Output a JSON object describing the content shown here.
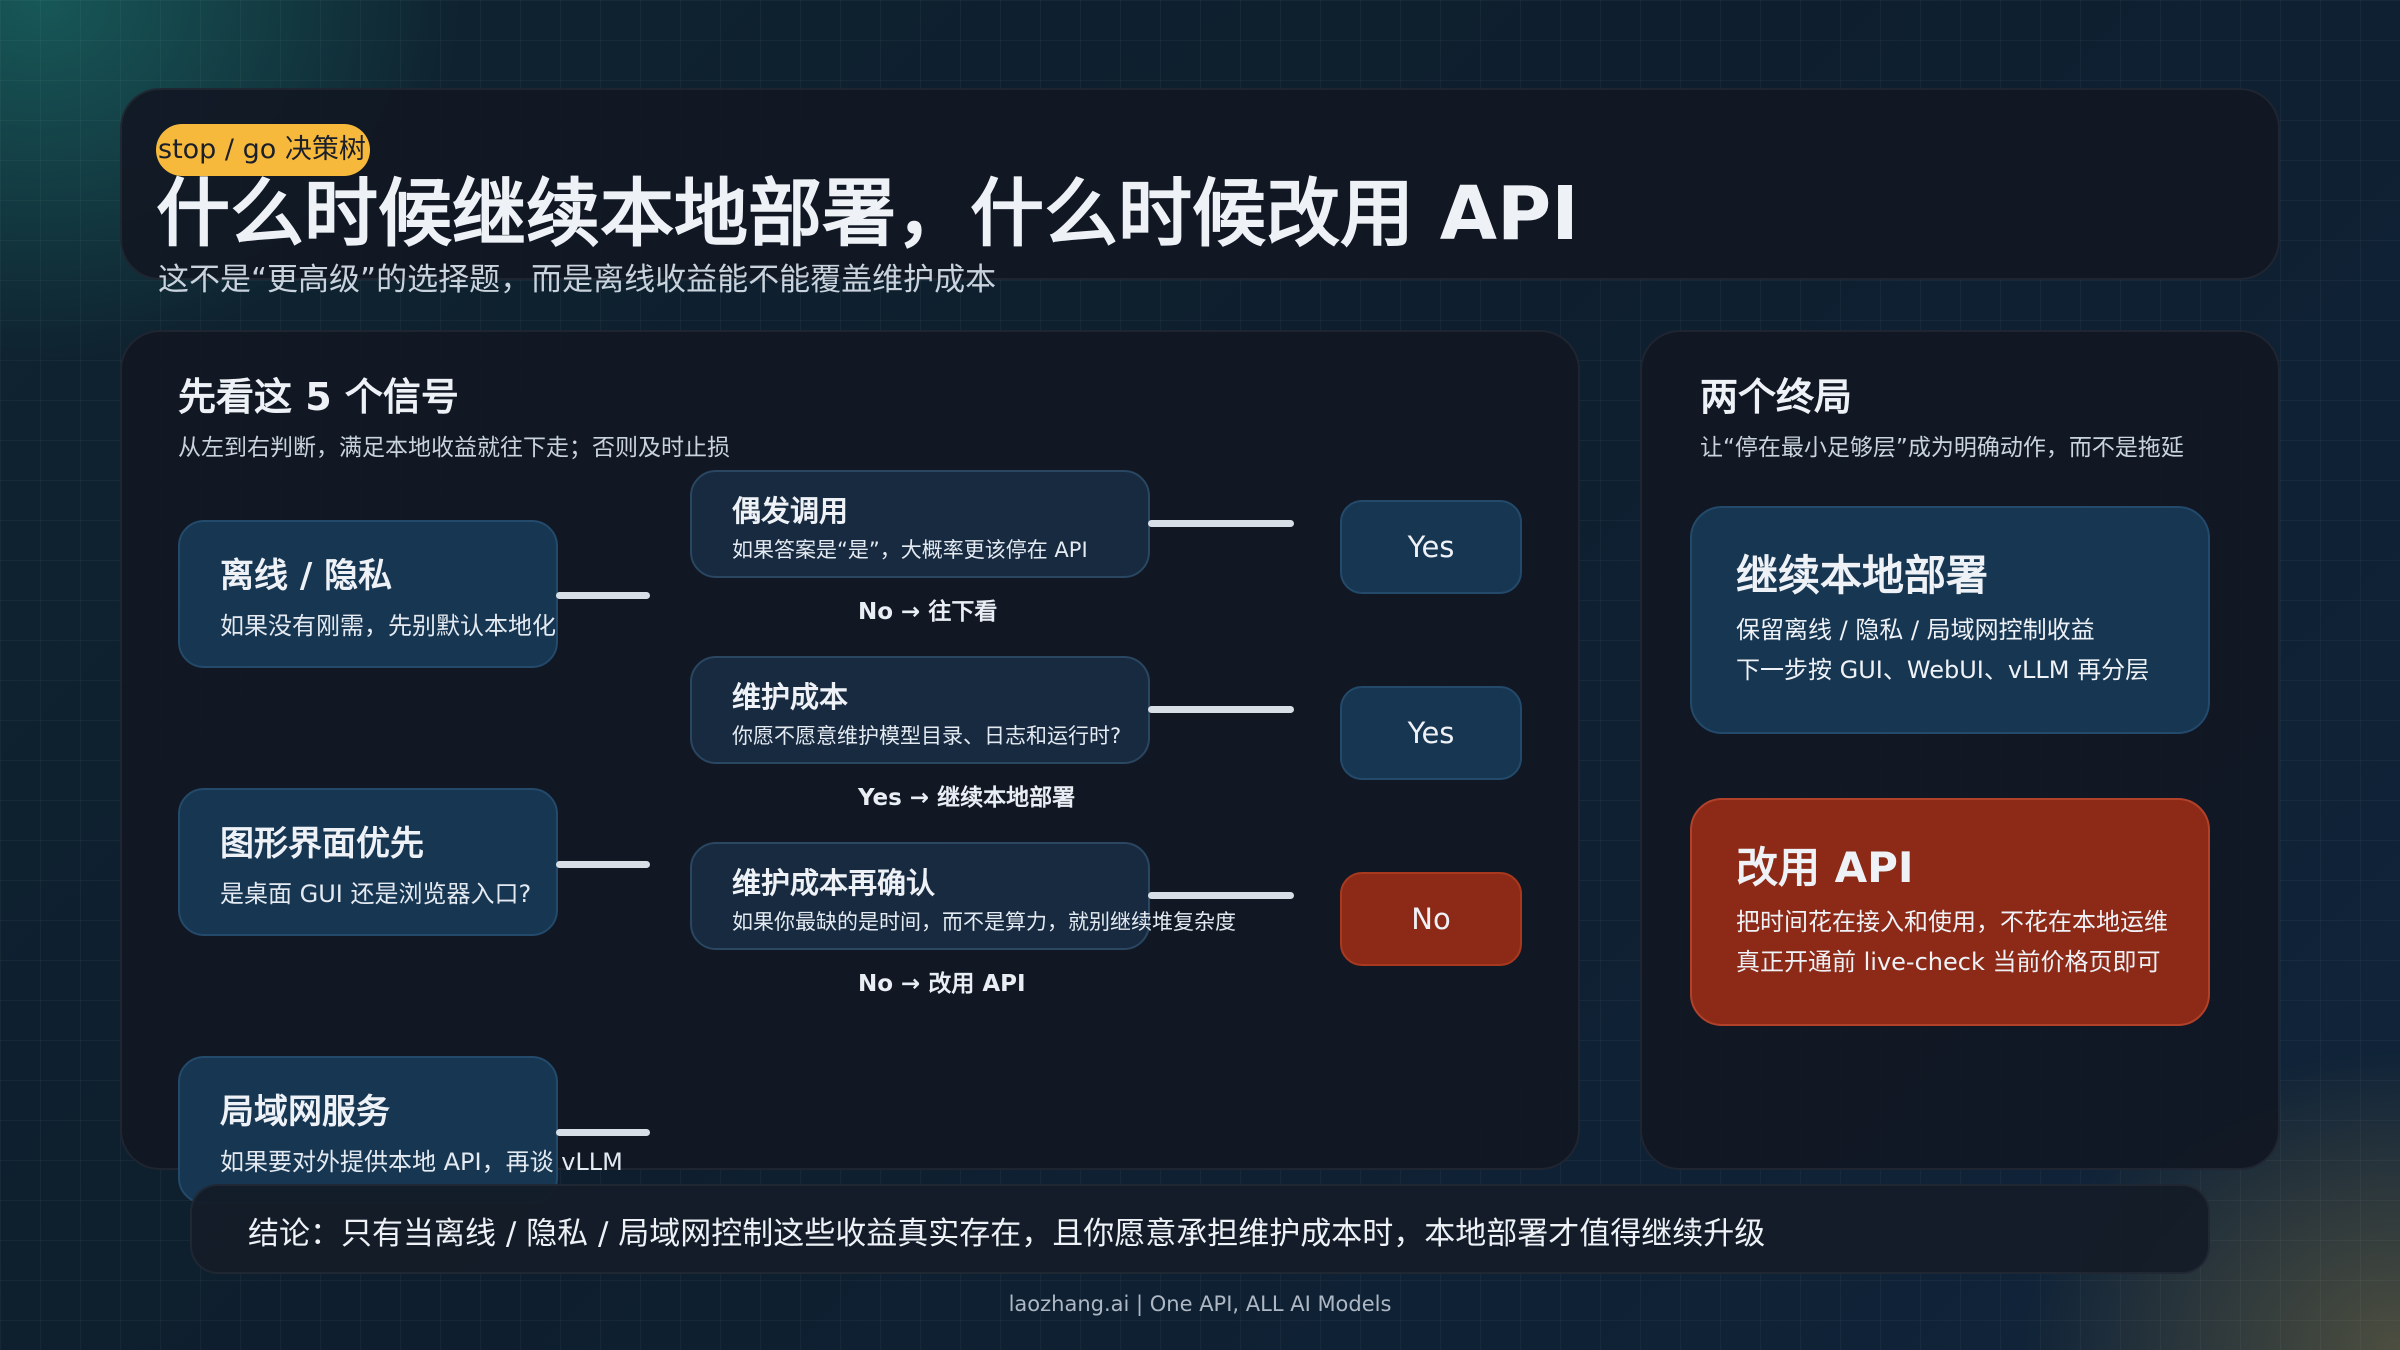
{
  "header": {
    "badge": "stop / go 决策树",
    "title": "什么时候继续本地部署，什么时候改用 API",
    "subtitle": "这不是“更高级”的选择题，而是离线收益能不能覆盖维护成本"
  },
  "signals": {
    "heading": "先看这 5 个信号",
    "note": "从左到右判断，满足本地收益就往下走；否则及时止损",
    "left_nodes": [
      {
        "title": "离线 / 隐私",
        "desc": "如果没有刚需，先别默认本地化"
      },
      {
        "title": "图形界面优先",
        "desc": "是桌面 GUI 还是浏览器入口?"
      },
      {
        "title": "局域网服务",
        "desc": "如果要对外提供本地 API，再谈 vLLM"
      }
    ],
    "questions": [
      {
        "title": "偶发调用",
        "desc": "如果答案是“是”，大概率更该停在 API",
        "route": "No → 往下看",
        "answer": "Yes"
      },
      {
        "title": "维护成本",
        "desc": "你愿不愿意维护模型目录、日志和运行时?",
        "route": "Yes → 继续本地部署",
        "answer": "Yes"
      },
      {
        "title": "维护成本再确认",
        "desc": "如果你最缺的是时间，而不是算力，就别继续堆复杂度",
        "route": "No → 改用 API",
        "answer": "No"
      }
    ]
  },
  "endings": {
    "heading": "两个终局",
    "note": "让“停在最小足够层”成为明确动作，而不是拖延",
    "local": {
      "title": "继续本地部署",
      "lines": [
        "保留离线 / 隐私 / 局域网控制收益",
        "下一步按 GUI、WebUI、vLLM 再分层"
      ]
    },
    "api": {
      "title": "改用 API",
      "lines": [
        "把时间花在接入和使用，不花在本地运维",
        "真正开通前 live-check 当前价格页即可"
      ]
    }
  },
  "conclusion": "结论：只有当离线 / 隐私 / 局域网控制这些收益真实存在，且你愿意承担维护成本时，本地部署才值得继续升级",
  "footer": "laozhang.ai | One API, ALL AI Models",
  "colors": {
    "badge": "#f6b93b",
    "node_blue": "#173652",
    "node_red": "#8c2a17",
    "panel": "#111824"
  }
}
